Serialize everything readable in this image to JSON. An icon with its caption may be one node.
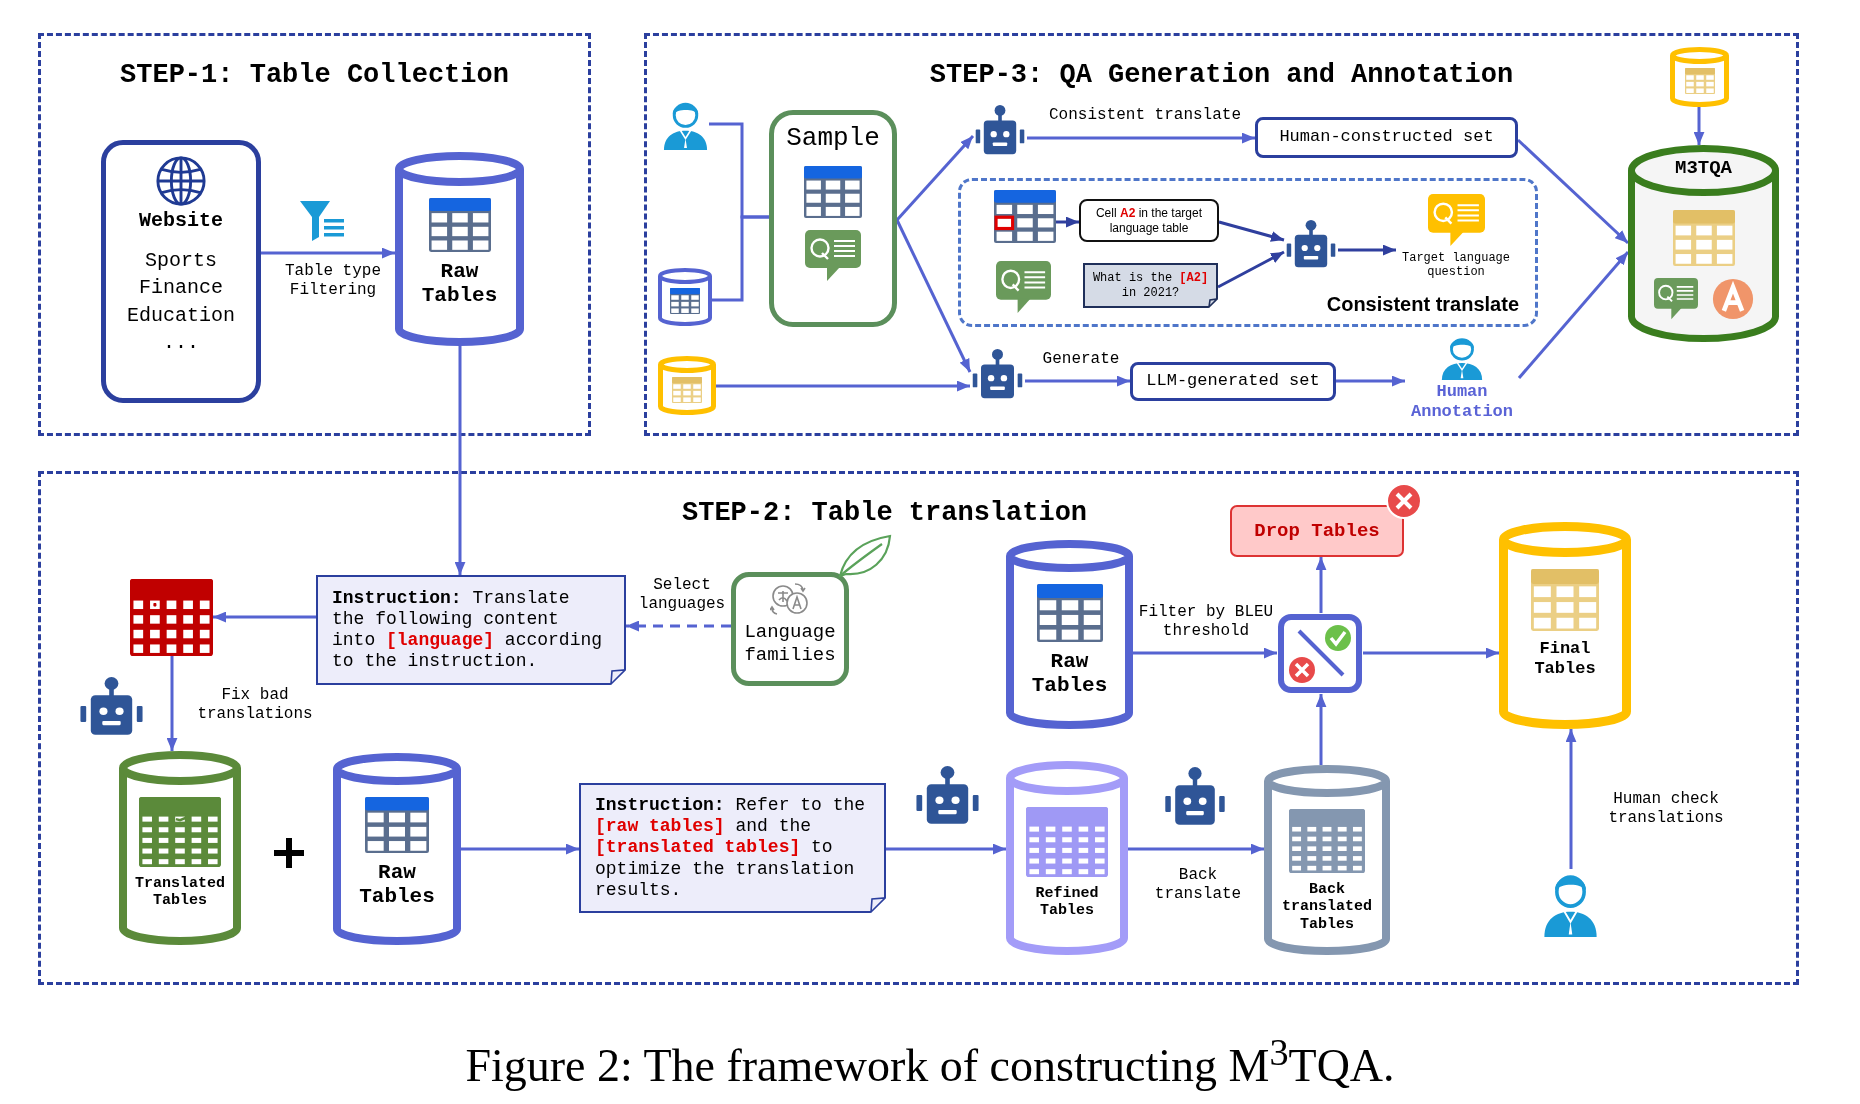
{
  "diagram": {
    "caption": "Figure 2: The framework of constructing M$^{3}$TQA.",
    "nodes": [
      {
        "text": [
          "STEP-1: Table Collection"
        ]
      },
      {
        "text": [
          "Website",
          "Sports",
          "Finance",
          "Education",
          "..."
        ],
        "in": 0
      },
      {
        "text": [
          "Raw Tables"
        ],
        "in": 0
      },
      {
        "text": [
          "STEP-3: QA Generation and Annotation"
        ]
      },
      {
        "text": [],
        "shape": "person",
        "in": 3
      },
      {
        "text": [],
        "shape": "cylinder",
        "in": 3
      },
      {
        "text": [
          "Sample"
        ],
        "in": 3
      },
      {
        "text": [],
        "shape": "cylinder",
        "in": 3
      },
      {
        "text": [],
        "shape": "robot",
        "in": 3
      },
      {
        "text": [
          "Human-constructed set"
        ],
        "in": 3
      },
      {
        "text": [
          "Consistent translate"
        ],
        "in": 3
      },
      {
        "text": [],
        "shape": "table",
        "in": 10
      },
      {
        "text": [
          "Cell **A2** in the target language table"
        ],
        "in": 10
      },
      {
        "text": [
          "What is the **[A2]** in 2021?"
        ],
        "in": 10
      },
      {
        "text": [],
        "shape": "robot",
        "in": 10
      },
      {
        "text": [
          "Target language question"
        ],
        "in": 10
      },
      {
        "text": [],
        "shape": "robot",
        "in": 3
      },
      {
        "text": [
          "LLM-generated set"
        ],
        "in": 3
      },
      {
        "text": [
          "Human Annotation"
        ],
        "in": 3
      },
      {
        "text": [
          "M3TQA"
        ],
        "in": 3
      },
      {
        "text": [],
        "shape": "cylinder",
        "in": 3
      },
      {
        "text": [
          "STEP-2: Table translation"
        ]
      },
      {
        "text": [
          "**Instruction:** Translate the following content into **[language]** according to the instruction."
        ],
        "in": 21
      },
      {
        "text": [
          "Language families"
        ],
        "in": 21
      },
      {
        "text": [],
        "shape": "table",
        "in": 21
      },
      {
        "text": [
          "Translated Tables"
        ],
        "in": 21
      },
      {
        "text": [
          "Raw Tables"
        ],
        "in": 21
      },
      {
        "text": [
          "**Instruction:** Refer to the **[raw tables]** and the **[translated tables]** to optimize the translation results."
        ],
        "in": 21
      },
      {
        "text": [
          "Refined Tables"
        ],
        "in": 21
      },
      {
        "text": [
          "Back translated Tables"
        ],
        "in": 21
      },
      {
        "text": [],
        "shape": "picture",
        "in": 21
      },
      {
        "text": [
          "Raw Tables"
        ],
        "in": 21
      },
      {
        "text": [
          "Drop Tables"
        ],
        "in": 21
      },
      {
        "text": [
          "Final Tables"
        ],
        "in": 21
      },
      {
        "text": [],
        "shape": "person",
        "in": 21
      }
    ],
    "edges": [
      {
        "from": 1,
        "to": 2,
        "arrow": "to",
        "label": "Table type Filtering"
      },
      {
        "from": 4,
        "to": 6,
        "arrow": "none"
      },
      {
        "from": 5,
        "to": 6,
        "arrow": "none"
      },
      {
        "from": 6,
        "to": 8,
        "arrow": "to"
      },
      {
        "from": 6,
        "to": 16,
        "arrow": "to"
      },
      {
        "from": 7,
        "to": 16,
        "arrow": "to"
      },
      {
        "from": 8,
        "to": 9,
        "arrow": "to",
        "label": "Consistent translate"
      },
      {
        "from": 11,
        "to": 12,
        "arrow": "to",
        "color": "#2f3f9e"
      },
      {
        "from": 12,
        "to": 14,
        "arrow": "to",
        "color": "#2f3f9e"
      },
      {
        "from": 13,
        "to": 14,
        "arrow": "to",
        "color": "#2f3f9e"
      },
      {
        "from": 14,
        "to": 15,
        "arrow": "to",
        "color": "#2f3f9e"
      },
      {
        "from": 16,
        "to": 17,
        "arrow": "to",
        "label": "Generate"
      },
      {
        "from": 17,
        "to": 18,
        "arrow": "to"
      },
      {
        "from": 9,
        "to": 19,
        "arrow": "to"
      },
      {
        "from": 18,
        "to": 19,
        "arrow": "to"
      },
      {
        "from": 20,
        "to": 19,
        "arrow": "to"
      },
      {
        "from": 2,
        "to": 22,
        "arrow": "to"
      },
      {
        "from": 23,
        "to": 22,
        "arrow": "to",
        "label": "Select languages",
        "style": "dashed"
      },
      {
        "from": 22,
        "to": 24,
        "arrow": "to"
      },
      {
        "from": 24,
        "to": 25,
        "arrow": "to",
        "label": "Fix bad translations"
      },
      {
        "from": 26,
        "to": 27,
        "arrow": "to"
      },
      {
        "from": 27,
        "to": 28,
        "arrow": "to"
      },
      {
        "from": 28,
        "to": 29,
        "arrow": "to",
        "label": "Back translate"
      },
      {
        "from": 29,
        "to": 30,
        "arrow": "to"
      },
      {
        "from": 31,
        "to": 30,
        "arrow": "to",
        "label": "Filter by BLEU threshold"
      },
      {
        "from": 30,
        "to": 32,
        "arrow": "to"
      },
      {
        "from": 30,
        "to": 33,
        "arrow": "to"
      },
      {
        "from": 34,
        "to": 33,
        "arrow": "to",
        "label": "Human check translations"
      }
    ]
  }
}
